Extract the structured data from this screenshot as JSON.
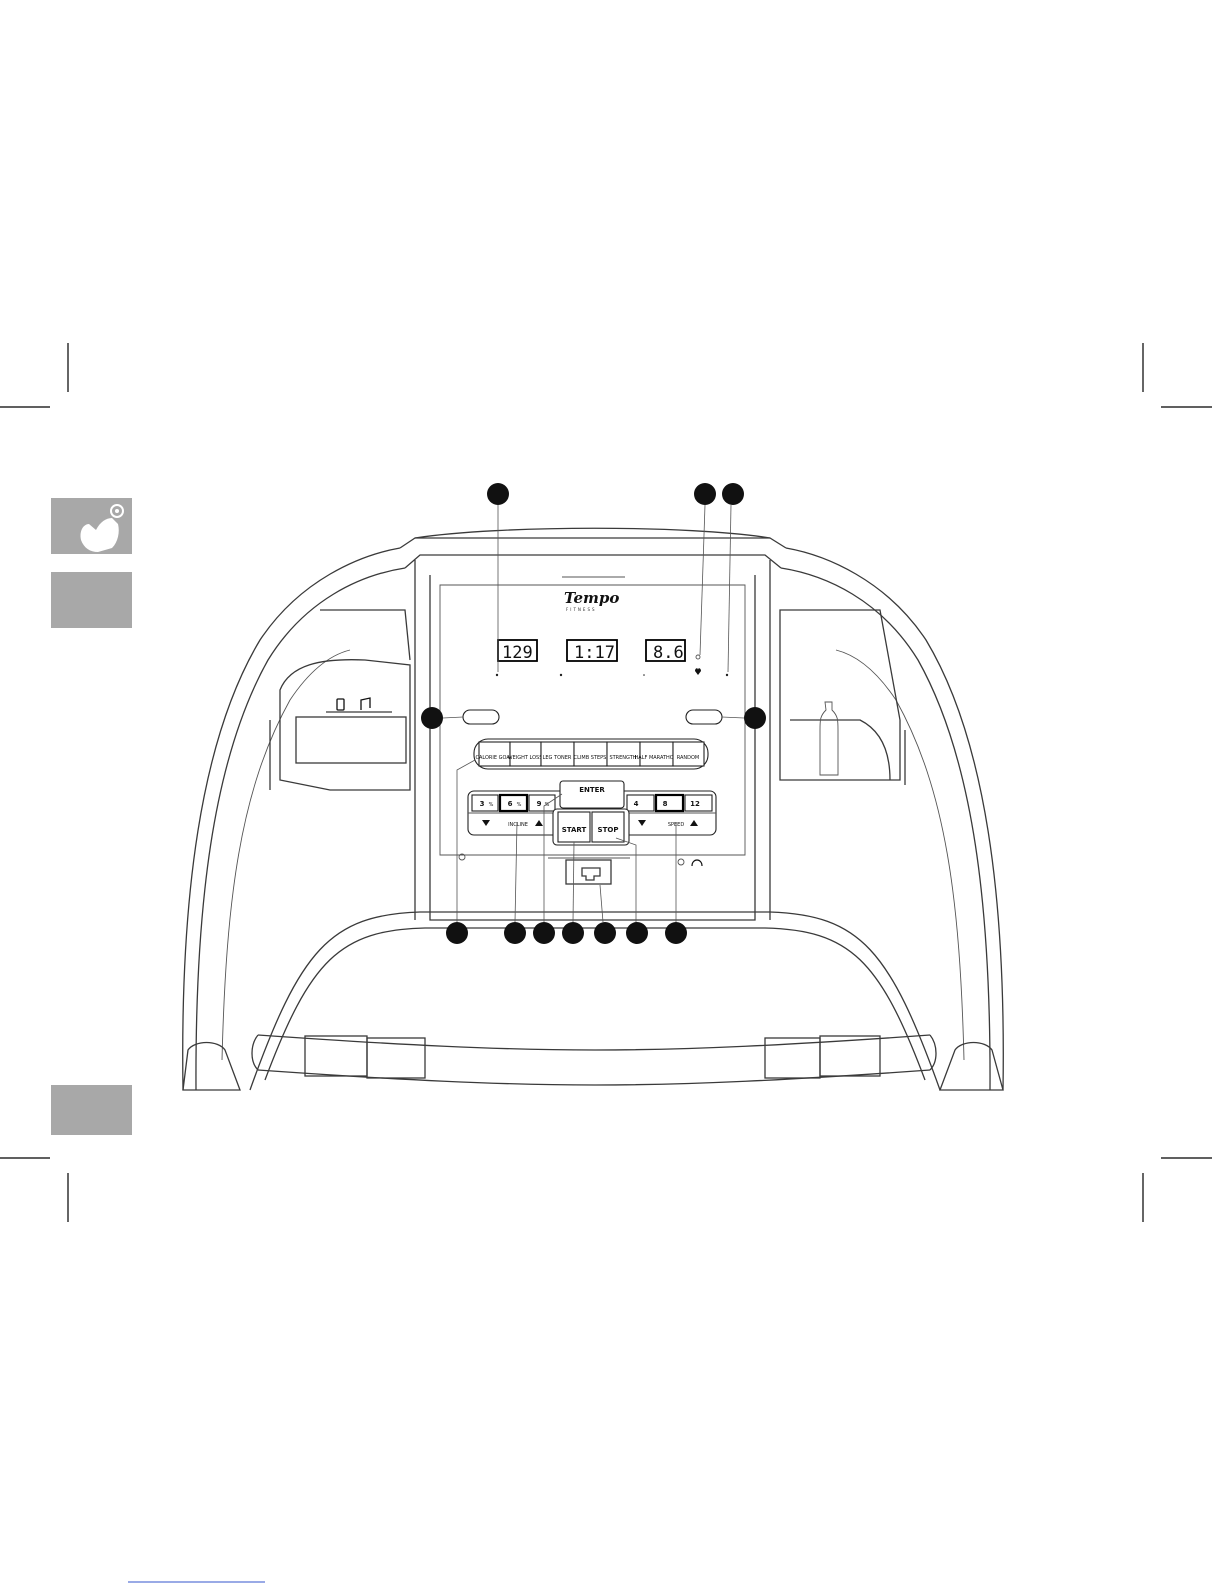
{
  "brand": {
    "logo": "Tempo",
    "subtitle": "FITNESS"
  },
  "displays": [
    {
      "id": "display-left",
      "value": "129"
    },
    {
      "id": "display-center",
      "value": "1:17"
    },
    {
      "id": "display-right",
      "value": "8.6"
    }
  ],
  "programs": [
    {
      "label": "CALORIE GOAL"
    },
    {
      "label": "WEIGHT LOSS"
    },
    {
      "label": "LEG TONER"
    },
    {
      "label": "CLIMB STEPS"
    },
    {
      "label": "STRENGTH"
    },
    {
      "label": "HALF MARATHON"
    },
    {
      "label": "RANDOM"
    }
  ],
  "incline": {
    "label": "INCLINE",
    "presets": [
      "3",
      "6",
      "9"
    ],
    "unit": "%"
  },
  "speed": {
    "label": "SPEED",
    "presets": [
      "4",
      "8",
      "12"
    ]
  },
  "controls": {
    "enter": "ENTER",
    "start": "START",
    "stop": "STOP"
  },
  "colors": {
    "tab_gray": "#a8a8a8",
    "ink": "#111111"
  },
  "icons": [
    "hand-touch-icon",
    "phone-icon",
    "music-icon",
    "heart-icon",
    "headphone-icon",
    "bottle-icon"
  ]
}
